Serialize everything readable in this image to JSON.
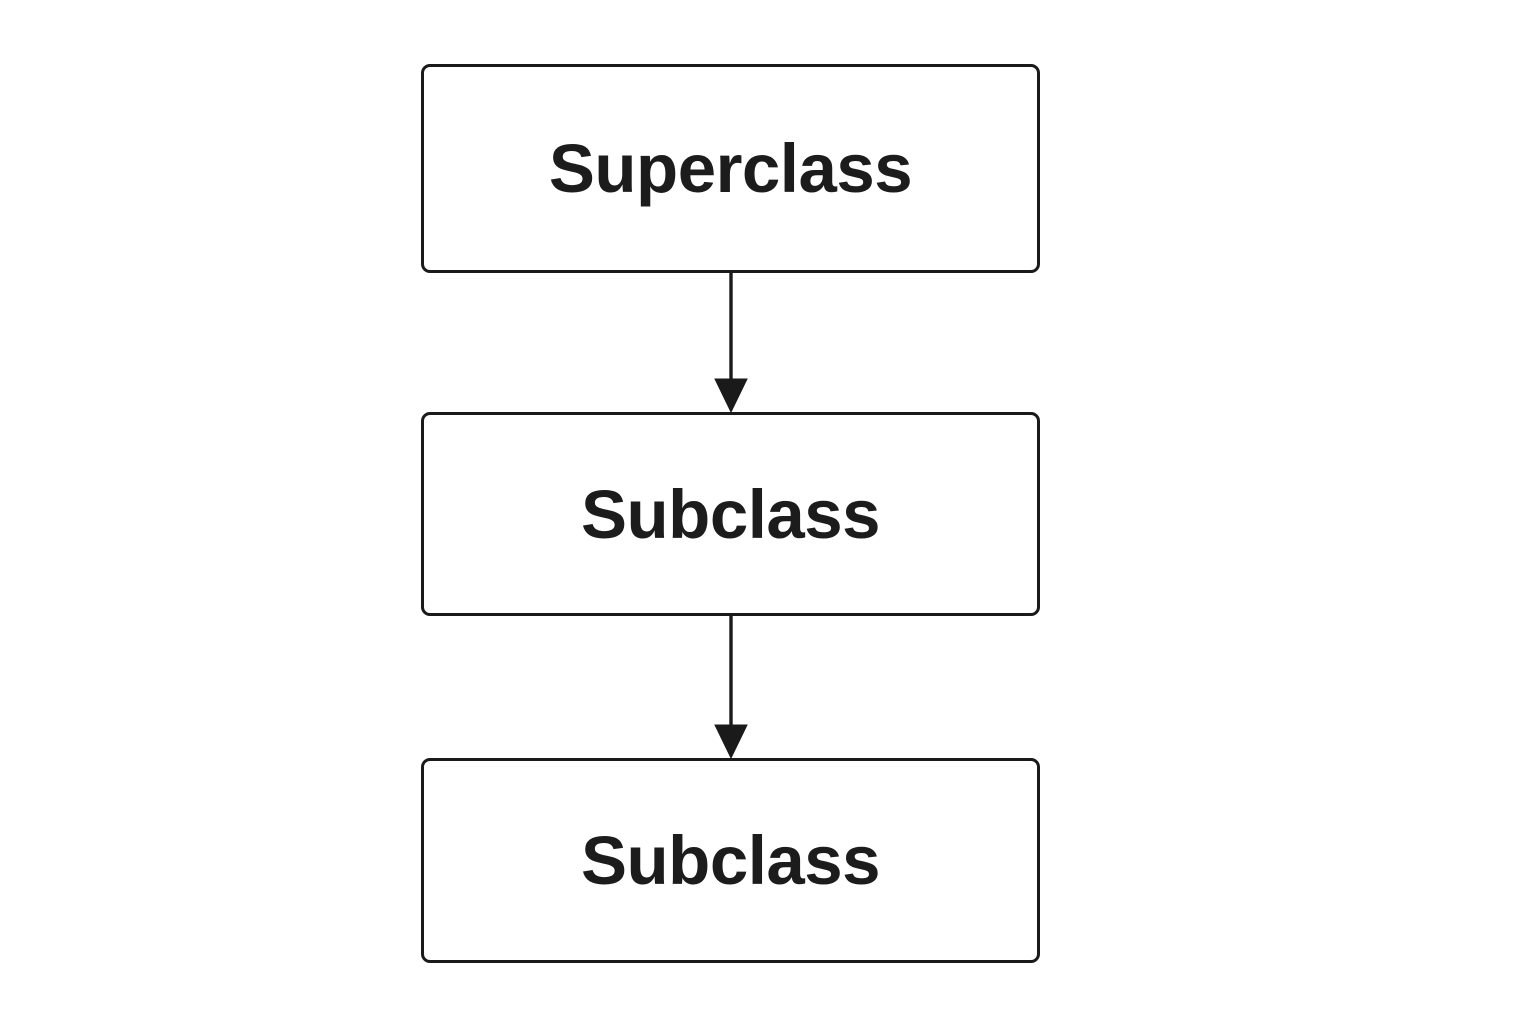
{
  "diagram": {
    "type": "class-inheritance-hierarchy",
    "background_color": "#ffffff",
    "node_border_color": "#1a1a1a",
    "node_fill_color": "#ffffff",
    "text_color": "#1c1c1c",
    "connector_color": "#1a1a1a",
    "nodes": [
      {
        "id": "superclass",
        "label": "Superclass"
      },
      {
        "id": "subclass-1",
        "label": "Subclass"
      },
      {
        "id": "subclass-2",
        "label": "Subclass"
      }
    ],
    "connectors": [
      {
        "id": "arrow-superclass-to-subclass-1",
        "from": "superclass",
        "to": "subclass-1",
        "style": "solid-arrow",
        "direction": "down"
      },
      {
        "id": "arrow-subclass-1-to-subclass-2",
        "from": "subclass-1",
        "to": "subclass-2",
        "style": "solid-arrow",
        "direction": "down"
      }
    ]
  }
}
